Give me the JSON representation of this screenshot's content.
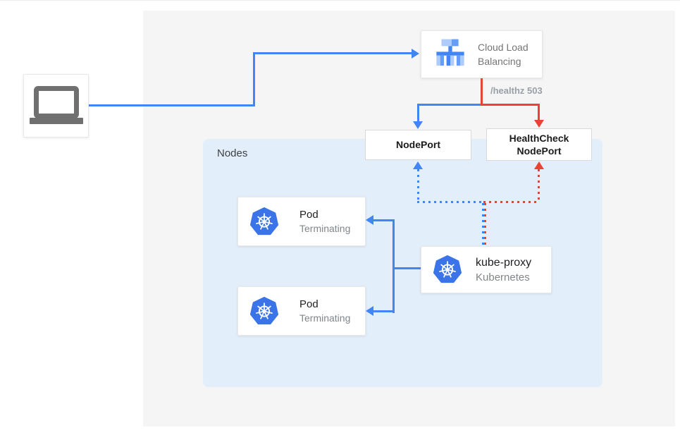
{
  "diagram": {
    "colors": {
      "flow_blue": "#4285f4",
      "flow_red": "#ea4335",
      "panel_bg": "#f5f5f6",
      "nodes_group_bg": "#e3eefb",
      "kubernetes_blue": "#3b74e8",
      "laptop_gray": "#707070",
      "muted_text": "#80868b"
    },
    "client": {
      "icon": "laptop"
    },
    "load_balancer": {
      "label": "Cloud Load Balancing",
      "icon": "cloud-load-balancing"
    },
    "edge": {
      "label": "/healthz 503"
    },
    "node_port": {
      "label": "NodePort"
    },
    "health_check_node_port": {
      "label": "HealthCheck NodePort"
    },
    "nodes_group": {
      "label": "Nodes"
    },
    "pods": [
      {
        "title": "Pod",
        "status": "Terminating",
        "icon": "kubernetes"
      },
      {
        "title": "Pod",
        "status": "Terminating",
        "icon": "kubernetes"
      }
    ],
    "kube_proxy": {
      "title": "kube-proxy",
      "subtitle": "Kubernetes",
      "icon": "kubernetes"
    }
  }
}
